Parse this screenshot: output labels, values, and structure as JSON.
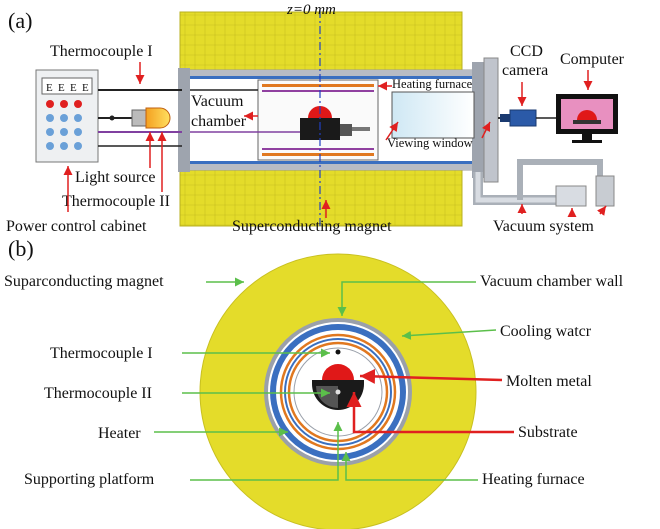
{
  "panel_a": {
    "tag": "(a)",
    "z_label": "z=0 mm",
    "thermocouple_1": "Thermocouple I",
    "cabinet_display": [
      "E",
      "E",
      "E",
      "E"
    ],
    "vacuum_chamber_1": "Vacuum",
    "vacuum_chamber_2": "chamber",
    "heating_furnace": "Heating furnace",
    "viewing_window": "Viewing window",
    "ccd_1": "CCD",
    "ccd_2": "camera",
    "computer": "Computer",
    "light_source": "Light source",
    "thermocouple_2": "Thermocouple II",
    "power_cabinet": "Power control cabinet",
    "magnet": "Superconducting magnet",
    "vacuum_system": "Vacuum system"
  },
  "panel_b": {
    "tag": "(b)",
    "magnet": "Suparconducting magnet",
    "chamber_wall": "Vacuum chamber wall",
    "cooling_water": "Cooling watcr",
    "thermocouple_1": "Thermocouple I",
    "molten_metal": "Molten metal",
    "thermocouple_2": "Thermocouple II",
    "substrate": "Substrate",
    "heater": "Heater",
    "supporting_platform": "Supporting platform",
    "heating_furnace": "Heating furnace"
  },
  "colors": {
    "magnet_fill": "#e4dc2a",
    "arrow_red": "#e02020",
    "arrow_green": "#5bbf4a",
    "chamber_blue": "#3a6fc0",
    "heater_orange": "#e07820",
    "molten_red": "#e01818"
  }
}
